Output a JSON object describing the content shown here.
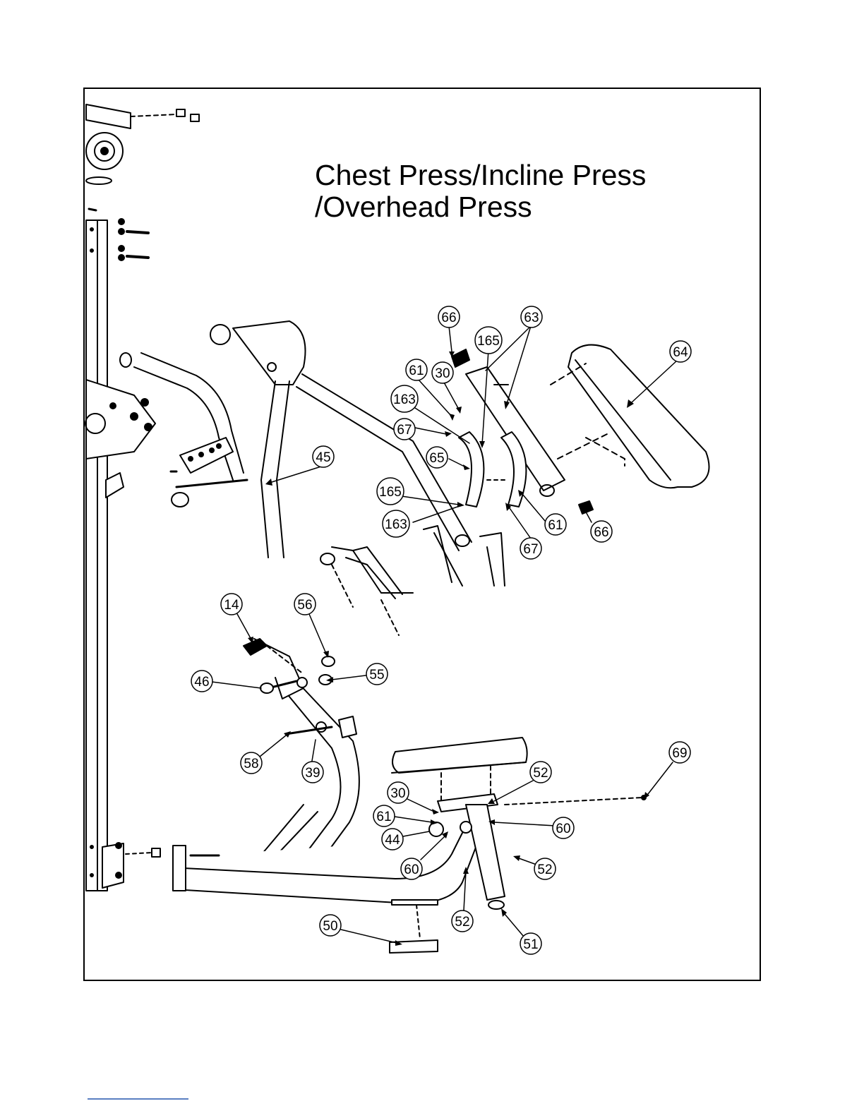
{
  "title": {
    "line1": "Chest Press/Incline Press",
    "line2": "/Overhead Press"
  },
  "callouts": [
    {
      "label": "66"
    },
    {
      "label": "63"
    },
    {
      "label": "165"
    },
    {
      "label": "64"
    },
    {
      "label": "61"
    },
    {
      "label": "30"
    },
    {
      "label": "163"
    },
    {
      "label": "67"
    },
    {
      "label": "65"
    },
    {
      "label": "45"
    },
    {
      "label": "165"
    },
    {
      "label": "163"
    },
    {
      "label": "61"
    },
    {
      "label": "66"
    },
    {
      "label": "67"
    },
    {
      "label": "14"
    },
    {
      "label": "56"
    },
    {
      "label": "55"
    },
    {
      "label": "46"
    },
    {
      "label": "58"
    },
    {
      "label": "39"
    },
    {
      "label": "69"
    },
    {
      "label": "52"
    },
    {
      "label": "30"
    },
    {
      "label": "61"
    },
    {
      "label": "60"
    },
    {
      "label": "44"
    },
    {
      "label": "60"
    },
    {
      "label": "52"
    },
    {
      "label": "52"
    },
    {
      "label": "50"
    },
    {
      "label": "51"
    }
  ],
  "colors": {
    "line": "#000000",
    "footer_rule": "#5a7fc2"
  }
}
